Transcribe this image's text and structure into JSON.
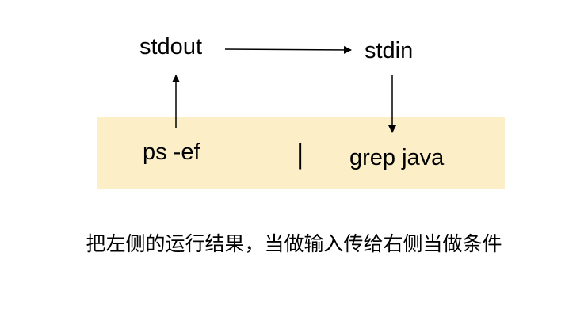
{
  "nodes": {
    "stdout": "stdout",
    "stdin": "stdin",
    "left_command": "ps -ef",
    "pipe_symbol": "|",
    "right_command": "grep java"
  },
  "caption": "把左侧的运行结果，当做输入传给右侧当做条件",
  "colors": {
    "band_fill": "#fcefc8",
    "band_border": "#d9bd78",
    "line": "#000000"
  }
}
